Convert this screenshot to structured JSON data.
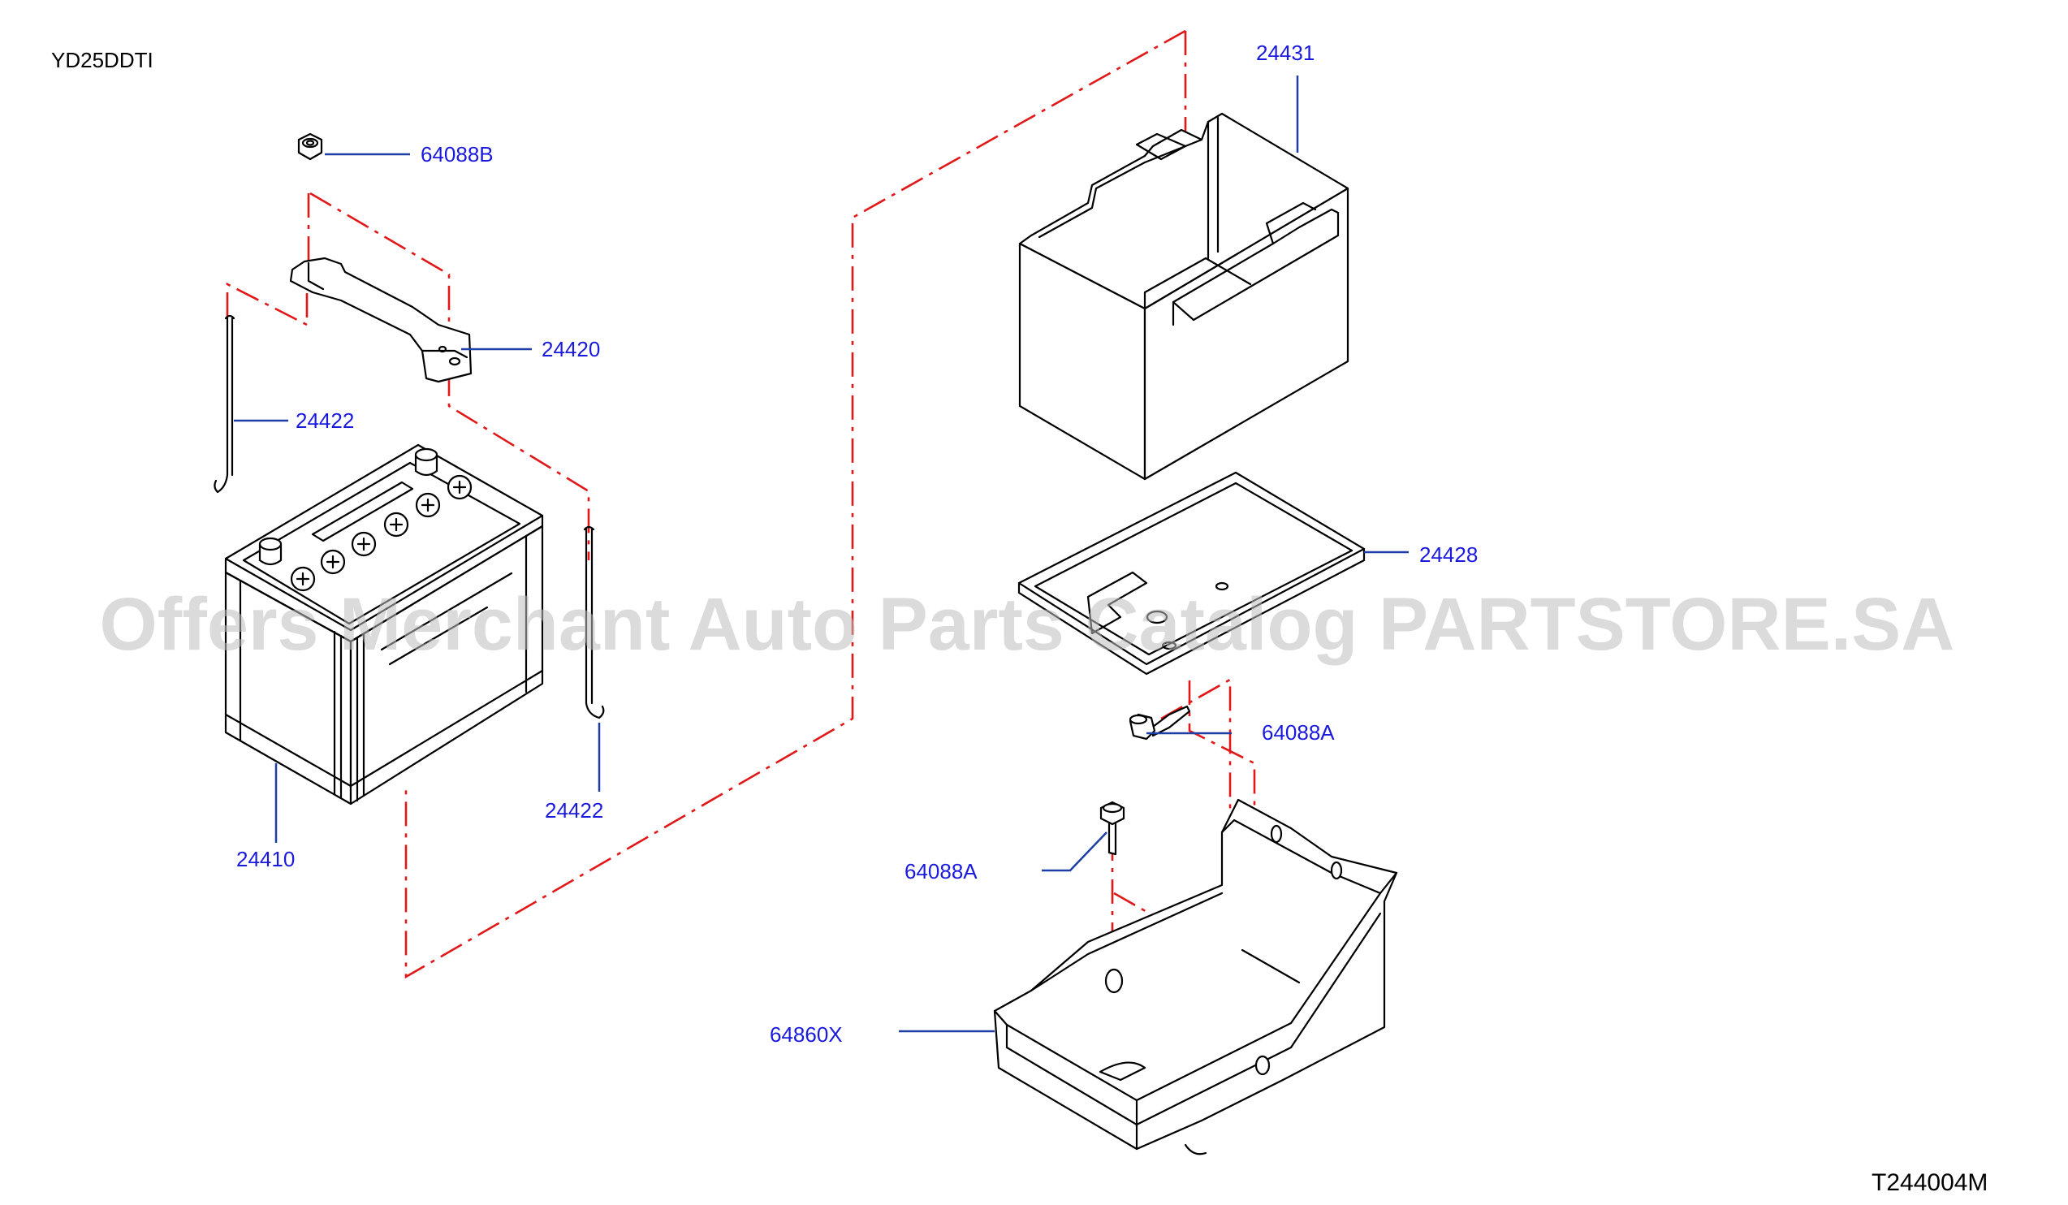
{
  "engine_code": "YD25DDTI",
  "diagram_code": "T244004M",
  "watermark": "Offers Merchant Auto Parts Catalog PARTSTORE.SA",
  "callouts": {
    "nut_top": "64088B",
    "frame_bracket": "24420",
    "rod_left": "24422",
    "rod_right": "24422",
    "battery": "24410",
    "cover": "24431",
    "tray": "24428",
    "bolt_upper": "64088A",
    "bolt_lower": "64088A",
    "support": "64860X"
  },
  "colors": {
    "callout_text": "#1a1adc",
    "leader_line": "#1d3fa5",
    "phantom_line": "#e01818",
    "line_art": "#000000",
    "watermark": "#bdbdbd"
  }
}
